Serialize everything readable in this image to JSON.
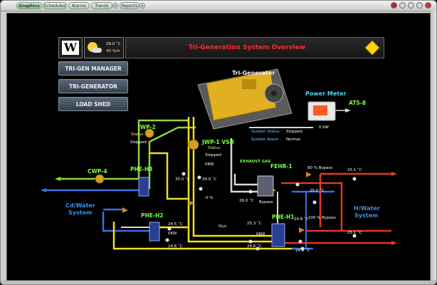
{
  "nav": {
    "tabs": [
      {
        "label": "Graphics",
        "active": true
      },
      {
        "label": "Schedules",
        "active": false
      },
      {
        "label": "Alarms",
        "active": false
      },
      {
        "label": "Trends",
        "active": false
      },
      {
        "label": "Reports",
        "active": false
      }
    ]
  },
  "header": {
    "title": "Tri-Generation System Overview",
    "temperature": "29.0 ˚C",
    "humidity": "40 %rh",
    "logo_letter": "W"
  },
  "sidebar": {
    "buttons": [
      {
        "label": "TRI-GEN MANAGER"
      },
      {
        "label": "TRI-GENERATOR"
      },
      {
        "label": "LOAD SHED"
      }
    ]
  },
  "tri_generator": {
    "name": "Tri-Generator",
    "status_label": "System Status :",
    "status_value": "Stopped",
    "alarm_label": "System Alarm :",
    "alarm_value": "Normal"
  },
  "power_meter": {
    "name": "Power Meter",
    "ats": "ATS-8",
    "reading": "0 kW"
  },
  "pumps": {
    "jwp2": {
      "name": "JWP-2",
      "status_label": "Status",
      "status": "Stopped"
    },
    "jwp1": {
      "name": "JWP-1 VSD",
      "status_label": "Status",
      "status": "Stopped",
      "power": "0KW"
    },
    "cwp4": {
      "name": "CWP-4"
    }
  },
  "exchangers": {
    "phe_h3": "PHE-H3",
    "phe_h2": "PHE-H2",
    "phe_h1": "PHE-H1",
    "fehr1": "FEHR-1"
  },
  "systems": {
    "cold_water": [
      "Cd/Water",
      "System"
    ],
    "hot_water": [
      "H/Water",
      "System"
    ]
  },
  "readings": {
    "t_350": "35.0 ˚C",
    "t_340": "34.0 ˚C",
    "pct_0": "0 %",
    "exhaust_gas": "EXHAUST GAS",
    "t_260": "26.0 ˚C",
    "bypass": "Bypass",
    "bypass_80": "80 % Bypass",
    "t_251_top": "25.1 ˚C",
    "t_250": "25.0 ˚C",
    "t_248_mid": "24.8 ˚C",
    "bypass_100": "100 % Bypass",
    "t_245": "24.5 ˚C",
    "kw_h2": "0KW",
    "flow": "0L/s",
    "t_253": "25.3 ˚C",
    "kw_h1": "0KW",
    "t_251_right": "25.1 ˚C",
    "t_246_left": "24.6 ˚C",
    "t_246_mid": "24.6 ˚C",
    "t_248_bottom": "24.8 ˚C"
  },
  "colors": {
    "hot_pipe": "#e03a1e",
    "cold_pipe": "#3d6fe0",
    "yellow_pipe": "#f0e020",
    "green_pipe": "#8fd43a",
    "white_pipe": "#d8d8d8",
    "header_text": "#ff2a2a"
  }
}
